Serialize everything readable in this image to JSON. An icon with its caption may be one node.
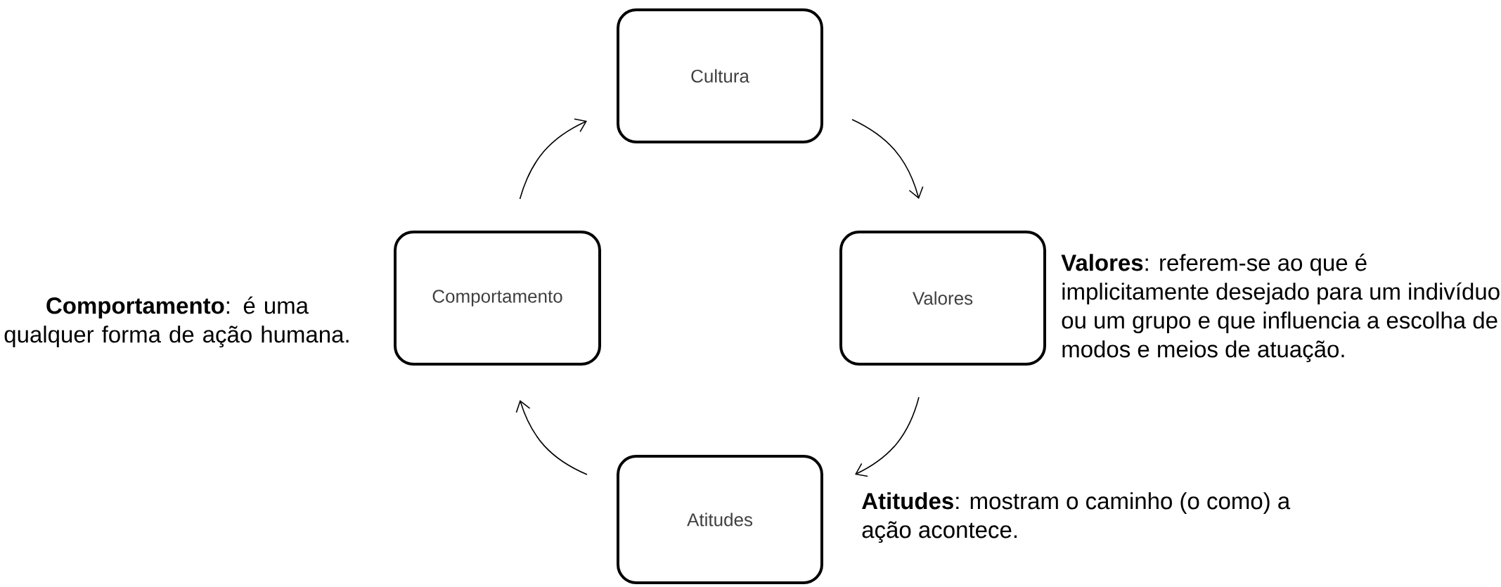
{
  "diagram": {
    "nodes": [
      {
        "text": [
          "Cultura"
        ]
      },
      {
        "text": [
          "Comportamento"
        ],
        "beside": [
          "**Comportamento**: é uma qualquer forma de ação humana."
        ]
      },
      {
        "text": [
          "Valores"
        ],
        "beside": [
          "**Valores**: referem-se ao que é implicitamente desejado para um indivíduo ou um grupo e que influencia a escolha de modos e meios de atuação."
        ]
      },
      {
        "text": [
          "Atitudes"
        ],
        "beside": [
          "**Atitudes**: mostram o caminho (o como) a ação acontece."
        ]
      }
    ],
    "edges": [
      {
        "from": 0,
        "to": 2,
        "arrow": "to"
      },
      {
        "from": 2,
        "to": 3,
        "arrow": "to"
      },
      {
        "from": 3,
        "to": 1,
        "arrow": "to"
      },
      {
        "from": 1,
        "to": 0,
        "arrow": "to"
      }
    ]
  }
}
